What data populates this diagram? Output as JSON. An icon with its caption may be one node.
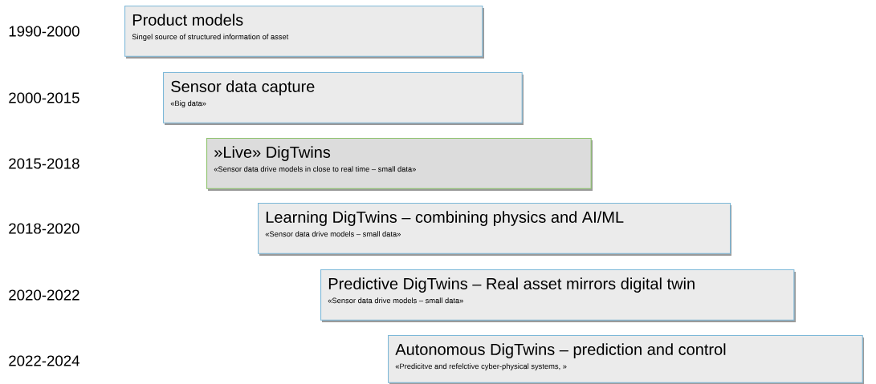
{
  "diagram": {
    "nodes": [
      {
        "text": [
          "Product models",
          "Singel source of structured information of asset"
        ]
      },
      {
        "text": [
          "Sensor data capture",
          "«Big data»"
        ]
      },
      {
        "text": [
          "»Live» DigTwins",
          "«Sensor data drive models in close to real time – small data»"
        ]
      },
      {
        "text": [
          "Learning DigTwins – combining physics and AI/ML",
          "«Sensor data drive models – small data»"
        ]
      },
      {
        "text": [
          "Predictive DigTwins – Real asset mirrors digital twin",
          "«Sensor data drive models – small data»"
        ]
      },
      {
        "text": [
          "Autonomous DigTwins – prediction and control",
          "«Predicitve and refelctive cyber-physical systems, »"
        ]
      }
    ],
    "labels": [
      "1990-2000",
      "2000-2015",
      "2015-2018",
      "2018-2020",
      "2020-2022",
      "2022-2024"
    ]
  }
}
